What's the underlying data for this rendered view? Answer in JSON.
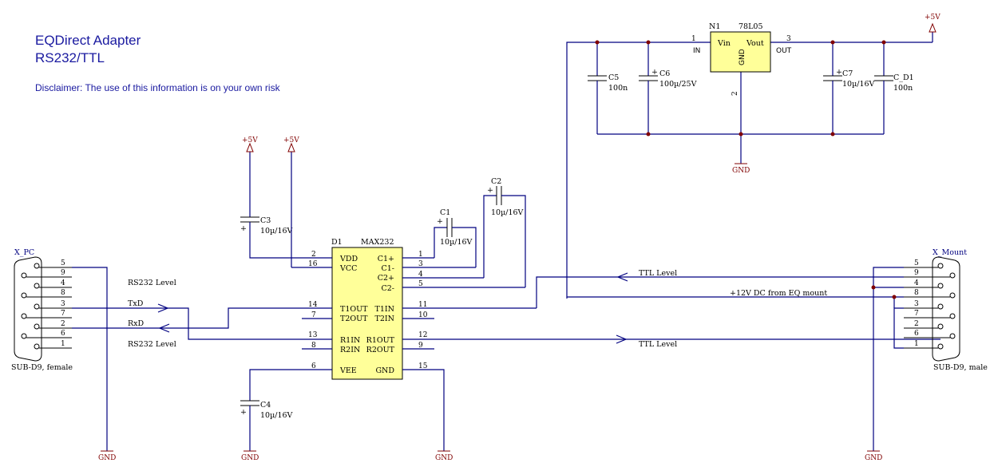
{
  "title": {
    "line1": "EQDirect Adapter",
    "line2": "RS232/TTL",
    "disclaimer": "Disclaimer: The use of this information is on your own risk"
  },
  "colors": {
    "wire": "#000080",
    "component": "#000000",
    "power": "#800000",
    "ic_fill": "#ffff99",
    "junction": "#800000",
    "title_text": "#1a1aa0"
  },
  "regulator": {
    "ref": "N1",
    "part": "78L05",
    "pin_in": "1",
    "pin_out": "3",
    "pin_gnd": "2",
    "label_vin": "Vin",
    "label_vout": "Vout",
    "label_gnd": "GND",
    "label_in": "IN",
    "label_out": "OUT"
  },
  "power": {
    "vcc": "+5V",
    "gnd": "GND"
  },
  "capacitors": {
    "c1": {
      "ref": "C1",
      "value": "10µ/16V"
    },
    "c2": {
      "ref": "C2",
      "value": "10µ/16V"
    },
    "c3": {
      "ref": "C3",
      "value": "10µ/16V"
    },
    "c4": {
      "ref": "C4",
      "value": "10µ/16V"
    },
    "c5": {
      "ref": "C5",
      "value": "100n"
    },
    "c6": {
      "ref": "C6",
      "value": "100µ/25V"
    },
    "c7": {
      "ref": "C7",
      "value": "10µ/16V"
    },
    "cd1": {
      "ref": "C_D1",
      "value": "100n"
    },
    "plus": "+"
  },
  "ic": {
    "ref": "D1",
    "part": "MAX232",
    "left_pins": [
      {
        "name": "VDD",
        "num": "2"
      },
      {
        "name": "VCC",
        "num": "16"
      },
      {
        "name": "T1OUT",
        "num": "14"
      },
      {
        "name": "T2OUT",
        "num": "7"
      },
      {
        "name": "R1IN",
        "num": "13"
      },
      {
        "name": "R2IN",
        "num": "8"
      },
      {
        "name": "VEE",
        "num": "6"
      }
    ],
    "right_pins": [
      {
        "name": "C1+",
        "num": "1"
      },
      {
        "name": "C1-",
        "num": "3"
      },
      {
        "name": "C2+",
        "num": "4"
      },
      {
        "name": "C2-",
        "num": "5"
      },
      {
        "name": "T1IN",
        "num": "11"
      },
      {
        "name": "T2IN",
        "num": "10"
      },
      {
        "name": "R1OUT",
        "num": "12"
      },
      {
        "name": "R2OUT",
        "num": "9"
      },
      {
        "name": "GND",
        "num": "15"
      }
    ]
  },
  "connector_pc": {
    "ref": "X_PC",
    "type": "SUB-D9, female",
    "pins": [
      "5",
      "9",
      "4",
      "8",
      "3",
      "7",
      "2",
      "6",
      "1"
    ]
  },
  "connector_mount": {
    "ref": "X_Mount",
    "type": "SUB-D9, male",
    "pins": [
      "5",
      "9",
      "4",
      "8",
      "3",
      "7",
      "2",
      "6",
      "1"
    ]
  },
  "signals": {
    "txd": "TxD",
    "rxd": "RxD",
    "rs232_level_top": "RS232 Level",
    "rs232_level_bottom": "RS232 Level",
    "ttl_level_top": "TTL Level",
    "ttl_level_bottom": "TTL Level",
    "dc_from_mount": "+12V DC from EQ mount"
  }
}
